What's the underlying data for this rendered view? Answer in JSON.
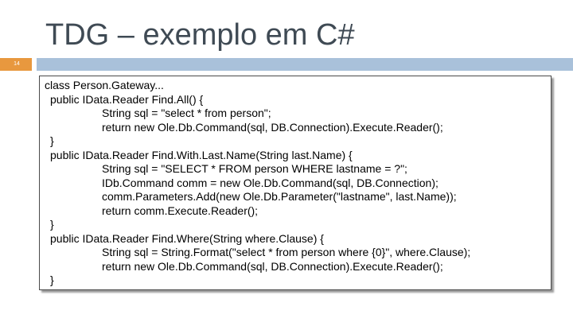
{
  "slide": {
    "title": "TDG – exemplo em C#",
    "number": "14",
    "colors": {
      "accent_orange": "#e8983e",
      "accent_blue": "#a9c1da",
      "title": "#3f4a54"
    }
  },
  "code": {
    "lines": [
      "class Person.Gateway...",
      "public IData.Reader Find.All() {",
      "String sql = \"select * from person\";",
      "return new Ole.Db.Command(sql, DB.Connection).Execute.Reader();",
      "}",
      "public IData.Reader Find.With.Last.Name(String last.Name) {",
      "String sql = \"SELECT * FROM person WHERE lastname = ?\";",
      "IDb.Command comm = new Ole.Db.Command(sql, DB.Connection);",
      "comm.Parameters.Add(new Ole.Db.Parameter(\"lastname\", last.Name));",
      "return comm.Execute.Reader();",
      "}",
      "public IData.Reader Find.Where(String where.Clause) {",
      "String sql = String.Format(\"select * from person where {0}\", where.Clause);",
      "return new Ole.Db.Command(sql, DB.Connection).Execute.Reader();",
      "}"
    ]
  }
}
